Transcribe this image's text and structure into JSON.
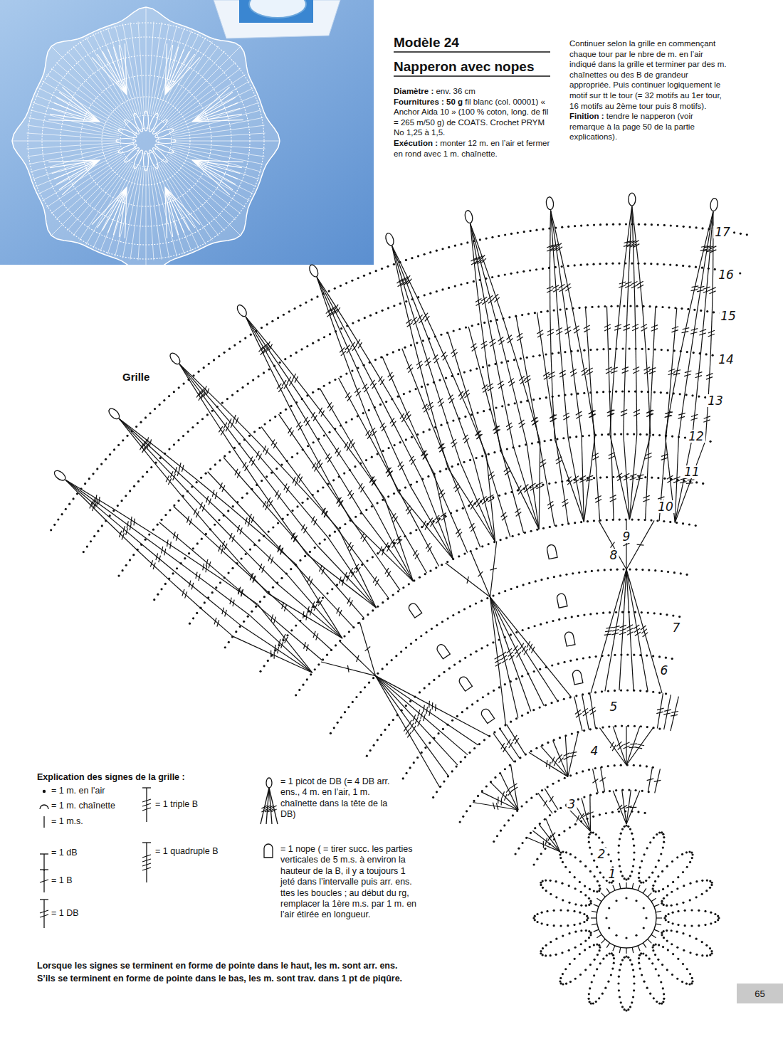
{
  "diagram": {
    "title": "Modèle 24",
    "nodes": [
      {
        "text": [
          "65"
        ]
      }
    ],
    "labels": [
      "Napperon avec nopes",
      "Diamètre :",
      "env. 36 cm",
      "Fournitures : 50 g",
      "fil blanc (col. 00001) « Anchor Aida 10 » (100 % coton, long. de fil = 265 m/50 g) de COATS. Crochet PRYM No 1,25 à 1,5.",
      "Exécution :",
      "monter 12 m. en l’air et fermer en rond avec 1 m. chaînette.",
      "Continuer selon la grille en commençant chaque tour par le nbre de m. en l’air indiqué dans la grille et terminer par des m. chaînettes ou des B de grandeur appropriée. Puis continuer logiquement le motif sur tt le tour (= 32 motifs au 1er tour, 16 motifs au 2ème tour puis 8 motifs).",
      "Finition :",
      "tendre le napperon (voir remarque à la page 50 de la partie explications).",
      "Grille",
      "Explication des signes de la grille :",
      "Lorsque les signes se terminent en forme de pointe dans le haut, les m. sont arr. ens.",
      "S’ils se terminent en forme de pointe dans le bas, les m. sont trav. dans 1 pt de piqûre.",
      "1",
      "2",
      "3",
      "4",
      "5",
      "6",
      "7",
      "8",
      "9",
      "10",
      "11",
      "12",
      "13",
      "14",
      "15",
      "16",
      "17"
    ],
    "legend": [
      {
        "text": "= 1 m. en l’air"
      },
      {
        "text": "= 1 m. chaînette"
      },
      {
        "text": "= 1 m.s."
      },
      {
        "text": "= 1 dB"
      },
      {
        "text": "= 1 B"
      },
      {
        "text": "= 1 DB"
      },
      {
        "text": "= 1 triple B"
      },
      {
        "text": "= 1 quadruple B"
      },
      {
        "text": "= 1 picot de DB (= 4 DB arr. ens., 4 m. en l’air, 1 m. chaînette dans la tête de la DB)"
      },
      {
        "text": "= 1 nope ( = tirer succ. les parties verticales de 5 m.s. à environ la hauteur de la B, il y a toujours 1 jeté dans l’intervalle puis arr. ens. ttes les boucles ; au début du rg, remplacer la 1ère m.s. par 1 m. en l’air étirée en longueur."
      }
    ]
  }
}
